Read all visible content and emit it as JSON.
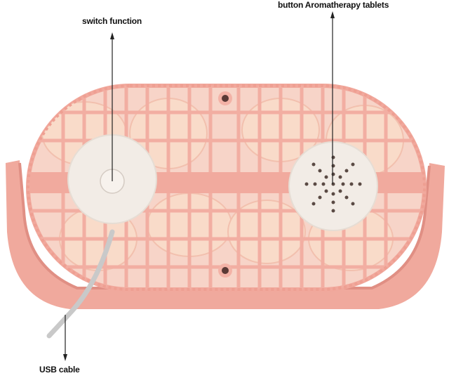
{
  "annotations": {
    "switch_function": "switch function",
    "button_aromatherapy": "button Aromatherapy tablets",
    "usb_cable": "USB cable"
  },
  "colors": {
    "body_pink": "#f3b3a8",
    "body_shadow": "#e59a8f",
    "grille": "#f6c3b9",
    "blade": "#f8d6c4",
    "knob": "#f1ebe4",
    "cable": "#c9c9c9",
    "annotation_line": "#222222"
  },
  "icons": [
    "power-switch-knob",
    "aromatherapy-cap",
    "mounting-hole",
    "annotation-arrow"
  ]
}
